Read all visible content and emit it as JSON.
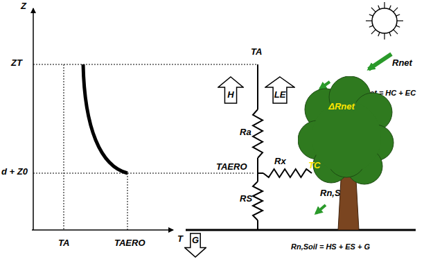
{
  "diagram": {
    "nodes": [
      {
        "text": [
          "H"
        ]
      },
      {
        "text": [
          "LE"
        ]
      },
      {
        "text": [
          "G"
        ]
      },
      {
        "text": [
          "ΔRnet",
          "TC"
        ]
      }
    ],
    "labels": [
      "Z",
      "ZT",
      "d + Z0",
      "T",
      "TA",
      "TAERO",
      "TA",
      "Ra",
      "TAERO",
      "Rx",
      "RS",
      "Rnet",
      "ΔRnet = HC + EC",
      "Rn,Soil",
      "Rn,Soil = HS + ES + G"
    ]
  }
}
